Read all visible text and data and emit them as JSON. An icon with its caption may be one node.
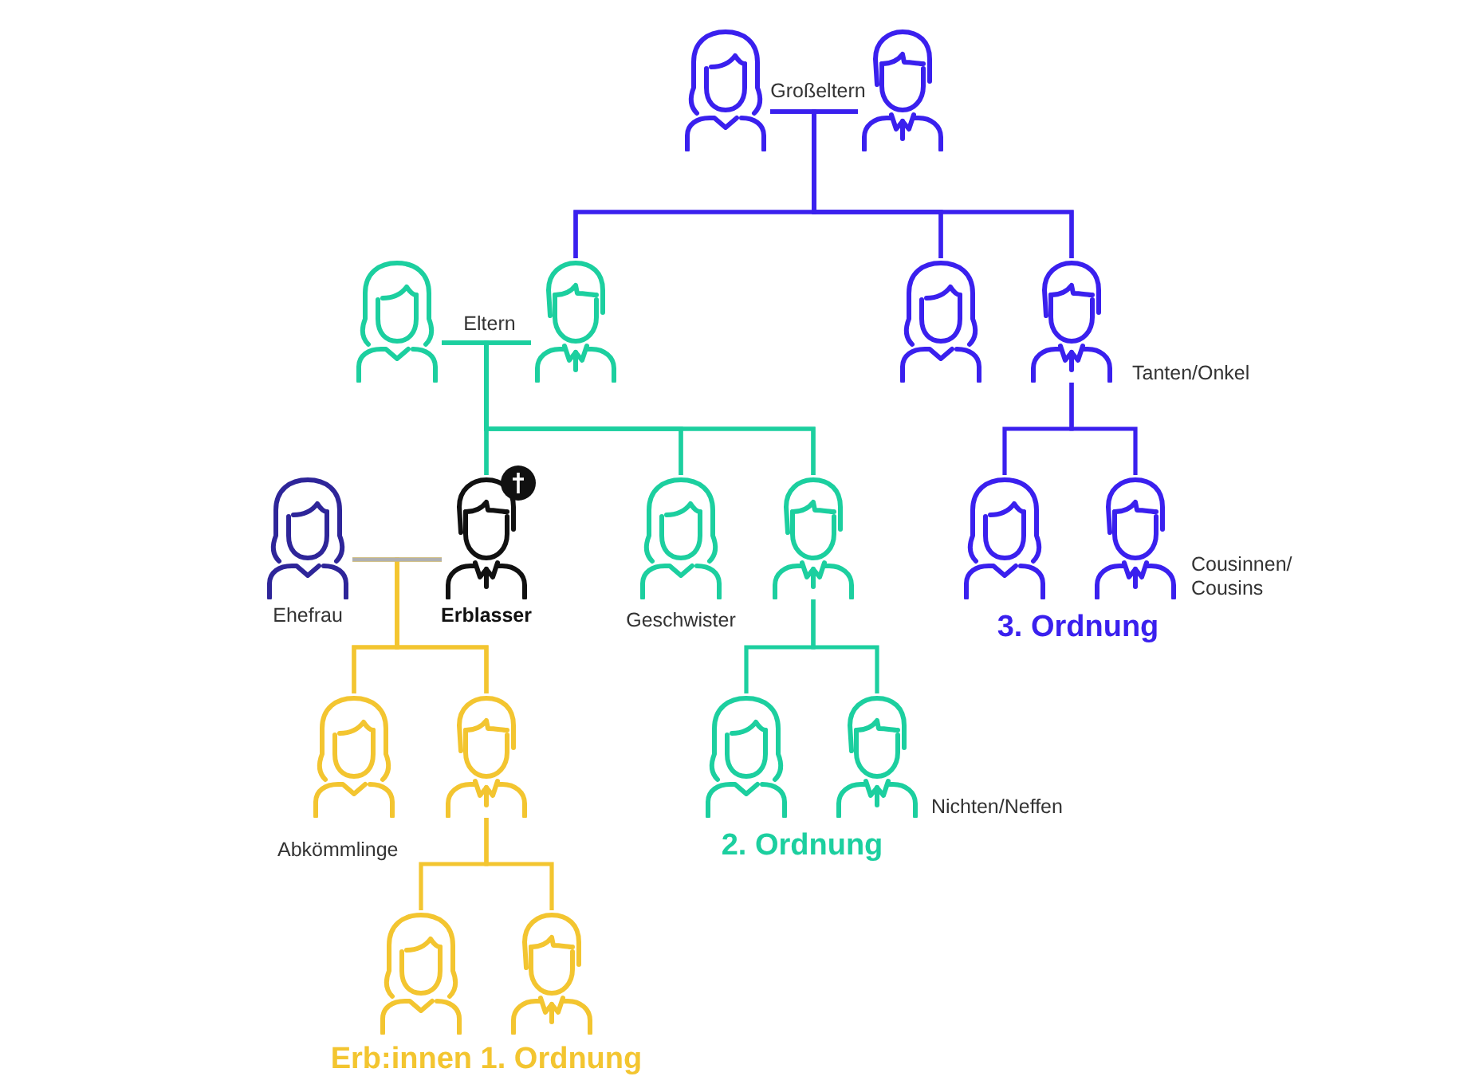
{
  "diagram": {
    "nodes": [
      {
        "text": [],
        "shape": "person"
      },
      {
        "text": [],
        "shape": "person"
      },
      {
        "text": [],
        "shape": "person"
      },
      {
        "text": [],
        "shape": "person"
      },
      {
        "text": [],
        "shape": "person"
      },
      {
        "text": [],
        "shape": "person"
      },
      {
        "text": [],
        "shape": "person",
        "beside": [
          "Ehefrau"
        ]
      },
      {
        "text": [],
        "shape": "person",
        "beside": [
          "Erblasser"
        ]
      },
      {
        "text": [],
        "shape": "person"
      },
      {
        "text": [],
        "shape": "person"
      },
      {
        "text": [],
        "shape": "person"
      },
      {
        "text": [],
        "shape": "person"
      },
      {
        "text": [],
        "shape": "person"
      },
      {
        "text": [],
        "shape": "person"
      },
      {
        "text": [],
        "shape": "person"
      },
      {
        "text": [],
        "shape": "person"
      },
      {
        "text": [],
        "shape": "person"
      },
      {
        "text": [],
        "shape": "person"
      }
    ],
    "edges": [
      {
        "from": 0,
        "to": 1,
        "arrow": "none"
      },
      {
        "from": 2,
        "to": 3,
        "arrow": "none",
        "color": "#1ccf9f"
      },
      {
        "from": 6,
        "to": 7,
        "arrow": "none",
        "color": "#b0b0b0"
      },
      {
        "from": 0,
        "to": 3,
        "arrow": "none"
      },
      {
        "from": 0,
        "to": 4,
        "arrow": "none"
      },
      {
        "from": 0,
        "to": 5,
        "arrow": "none"
      },
      {
        "from": 1,
        "to": 3,
        "arrow": "none"
      },
      {
        "from": 1,
        "to": 4,
        "arrow": "none"
      },
      {
        "from": 1,
        "to": 5,
        "arrow": "none"
      },
      {
        "from": 2,
        "to": 7,
        "arrow": "none",
        "color": "#1ccf9f"
      },
      {
        "from": 2,
        "to": 8,
        "arrow": "none",
        "color": "#1ccf9f"
      },
      {
        "from": 2,
        "to": 9,
        "arrow": "none",
        "color": "#1ccf9f"
      },
      {
        "from": 3,
        "to": 7,
        "arrow": "none",
        "color": "#1ccf9f"
      },
      {
        "from": 3,
        "to": 8,
        "arrow": "none",
        "color": "#1ccf9f"
      },
      {
        "from": 3,
        "to": 9,
        "arrow": "none",
        "color": "#1ccf9f"
      },
      {
        "from": 5,
        "to": 10,
        "arrow": "none"
      },
      {
        "from": 5,
        "to": 11,
        "arrow": "none"
      },
      {
        "from": 9,
        "to": 14,
        "arrow": "none",
        "color": "#1ccf9f"
      },
      {
        "from": 9,
        "to": 15,
        "arrow": "none",
        "color": "#1ccf9f"
      },
      {
        "from": 6,
        "to": 12,
        "arrow": "none",
        "color": "#f3c530"
      },
      {
        "from": 6,
        "to": 13,
        "arrow": "none",
        "color": "#f3c530"
      },
      {
        "from": 7,
        "to": 12,
        "arrow": "none",
        "color": "#f3c530"
      },
      {
        "from": 7,
        "to": 13,
        "arrow": "none",
        "color": "#f3c530"
      },
      {
        "from": 13,
        "to": 16,
        "arrow": "none",
        "color": "#f3c530"
      },
      {
        "from": 13,
        "to": 17,
        "arrow": "none",
        "color": "#f3c530"
      }
    ],
    "labels": [
      "Großeltern",
      "Eltern",
      "Tanten/Onkel",
      "Cousinnen/ Cousins",
      "Geschwister",
      "3. Ordnung",
      "Nichten/Neffen",
      "Abkömmlinge",
      "2. Ordnung",
      "Erb:innen 1. Ordnung"
    ]
  }
}
